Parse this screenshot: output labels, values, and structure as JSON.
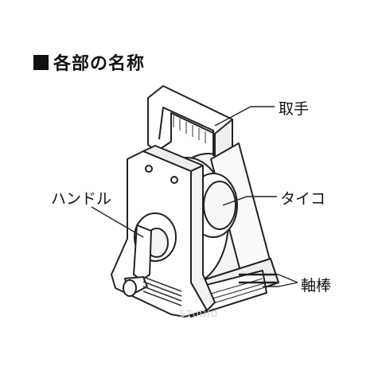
{
  "title": "各部の名称",
  "labels": {
    "handle": "取手",
    "drum": "タイコ",
    "crank": "ハンドル",
    "axle": "軸棒"
  },
  "watermark": "STUDIO",
  "colors": {
    "line": "#222222",
    "fill": "#ffffff",
    "shade": "#e6e6e6"
  }
}
